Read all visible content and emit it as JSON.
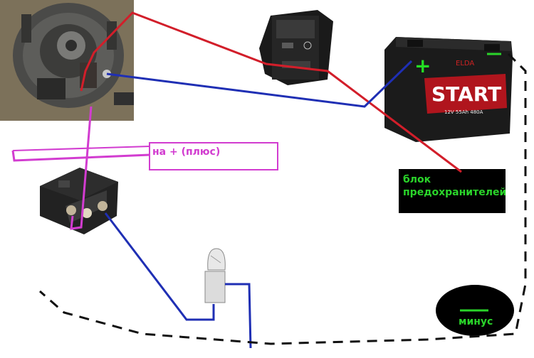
{
  "labels": {
    "plus_supply": "на + (плюс)",
    "fuse_block_line1": "блок",
    "fuse_block_line2": "предохранителей",
    "minus": "минус",
    "battery_plus": "+"
  },
  "battery": {
    "brand": "START",
    "spec": "12V 55Ah 480A"
  },
  "colors": {
    "red_wire": "#d21e2a",
    "blue_wire": "#1f2fb4",
    "magenta_wire": "#d23cd0",
    "ground": "#111111",
    "green_text": "#2ad42a"
  }
}
